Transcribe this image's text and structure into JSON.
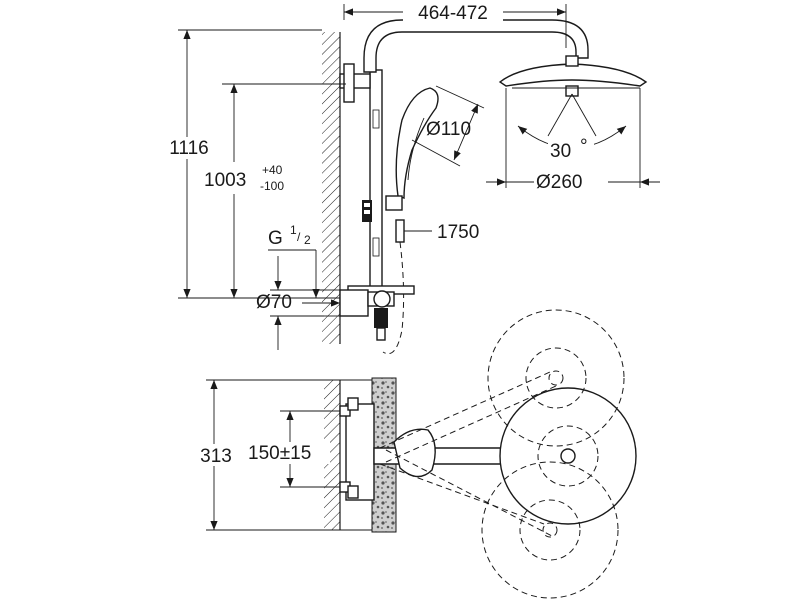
{
  "dimensions": {
    "width_range": "464-472",
    "total_height": "1116",
    "bar_height": "1003",
    "bar_tol_plus": "+40",
    "bar_tol_minus": "-100",
    "thread": "G",
    "thread_num": "1",
    "thread_den": "2",
    "rose_diameter": "Ø70",
    "handshower_diameter": "Ø110",
    "head_angle": "30",
    "head_angle_unit": "°",
    "head_diameter": "Ø260",
    "hose_length": "1750",
    "plan_depth": "313",
    "connection_spacing": "150±15"
  }
}
